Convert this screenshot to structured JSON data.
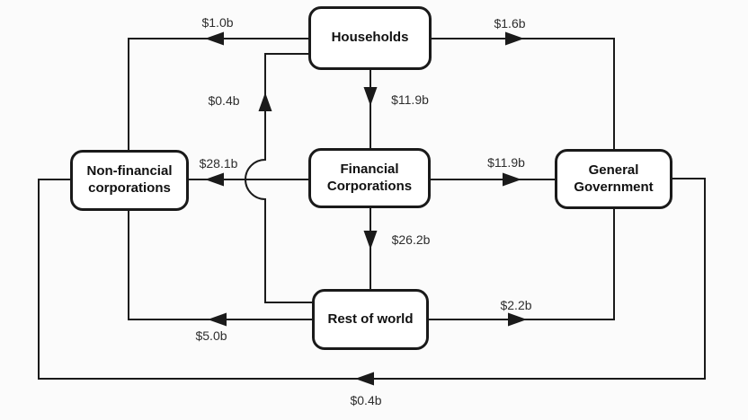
{
  "diagram": {
    "nodes": {
      "households": {
        "label": "Households"
      },
      "non_financial_corporations": {
        "label": "Non-financial corporations"
      },
      "financial_corporations": {
        "label": "Financial Corporations"
      },
      "general_government": {
        "label": "General Government"
      },
      "rest_of_world": {
        "label": "Rest of world"
      }
    },
    "flows": [
      {
        "from": "Households",
        "to": "Non-financial corporations",
        "value": "$1.0b"
      },
      {
        "from": "Households",
        "to": "General Government",
        "value": "$1.6b"
      },
      {
        "from": "Households",
        "to": "Financial Corporations",
        "value": "$11.9b"
      },
      {
        "from": "Financial Corporations",
        "to": "Non-financial corporations",
        "value": "$28.1b"
      },
      {
        "from": "Financial Corporations",
        "to": "General Government",
        "value": "$11.9b"
      },
      {
        "from": "Financial Corporations",
        "to": "Rest of world",
        "value": "$26.2b"
      },
      {
        "from": "Rest of world",
        "to": "Households",
        "value": "$0.4b"
      },
      {
        "from": "Rest of world",
        "to": "Non-financial corporations",
        "value": "$5.0b"
      },
      {
        "from": "Rest of world",
        "to": "General Government",
        "value": "$2.2b"
      },
      {
        "from": "General Government",
        "to": "Non-financial corporations",
        "value": "$0.4b"
      }
    ],
    "colors": {
      "line": "#1a1a1a",
      "box_border": "#1a1a1a",
      "box_fill": "#ffffff",
      "background": "#fbfbfb",
      "label_text": "#2e2e2e"
    }
  }
}
